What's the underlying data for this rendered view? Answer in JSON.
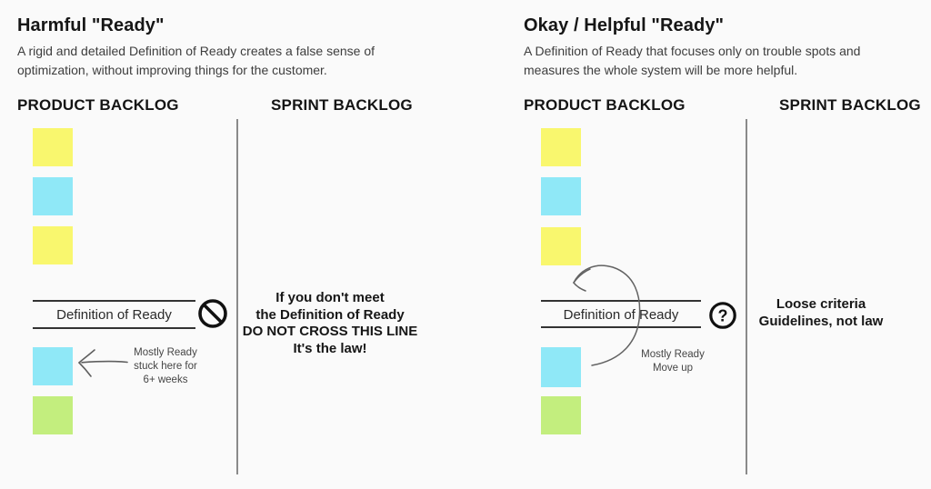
{
  "colors": {
    "background": "#fafafa",
    "sticky_yellow": "#f9f76e",
    "sticky_blue": "#8fe8f7",
    "sticky_green": "#c3ee7e",
    "divider": "#8a8a8a",
    "ink": "#111111"
  },
  "left": {
    "title": "Harmful \"Ready\"",
    "desc": [
      "A rigid and detailed Definition of Ready creates a false sense of",
      "optimization, without improving things for the customer."
    ],
    "product_header": "PRODUCT BACKLOG",
    "sprint_header": "SPRINT BACKLOG",
    "definition_label": "Definition of Ready",
    "annotation": [
      "Mostly Ready",
      "stuck here for",
      "6+ weeks"
    ],
    "sprint_note": [
      "If you don't meet",
      "the Definition of Ready",
      "DO NOT CROSS THIS LINE",
      "It's the law!"
    ]
  },
  "right": {
    "title": "Okay / Helpful \"Ready\"",
    "desc": [
      "A Definition of Ready that focuses only on trouble spots and",
      "measures the whole system will be more helpful."
    ],
    "product_header": "PRODUCT BACKLOG",
    "sprint_header": "SPRINT BACKLOG",
    "definition_label": "Definition of Ready",
    "annotation": [
      "Mostly Ready",
      "Move up"
    ],
    "sprint_note": [
      "Loose criteria",
      "Guidelines, not law"
    ]
  },
  "icons": {
    "no_entry": "no-entry-icon",
    "question": "question-icon",
    "question_glyph": "?"
  }
}
